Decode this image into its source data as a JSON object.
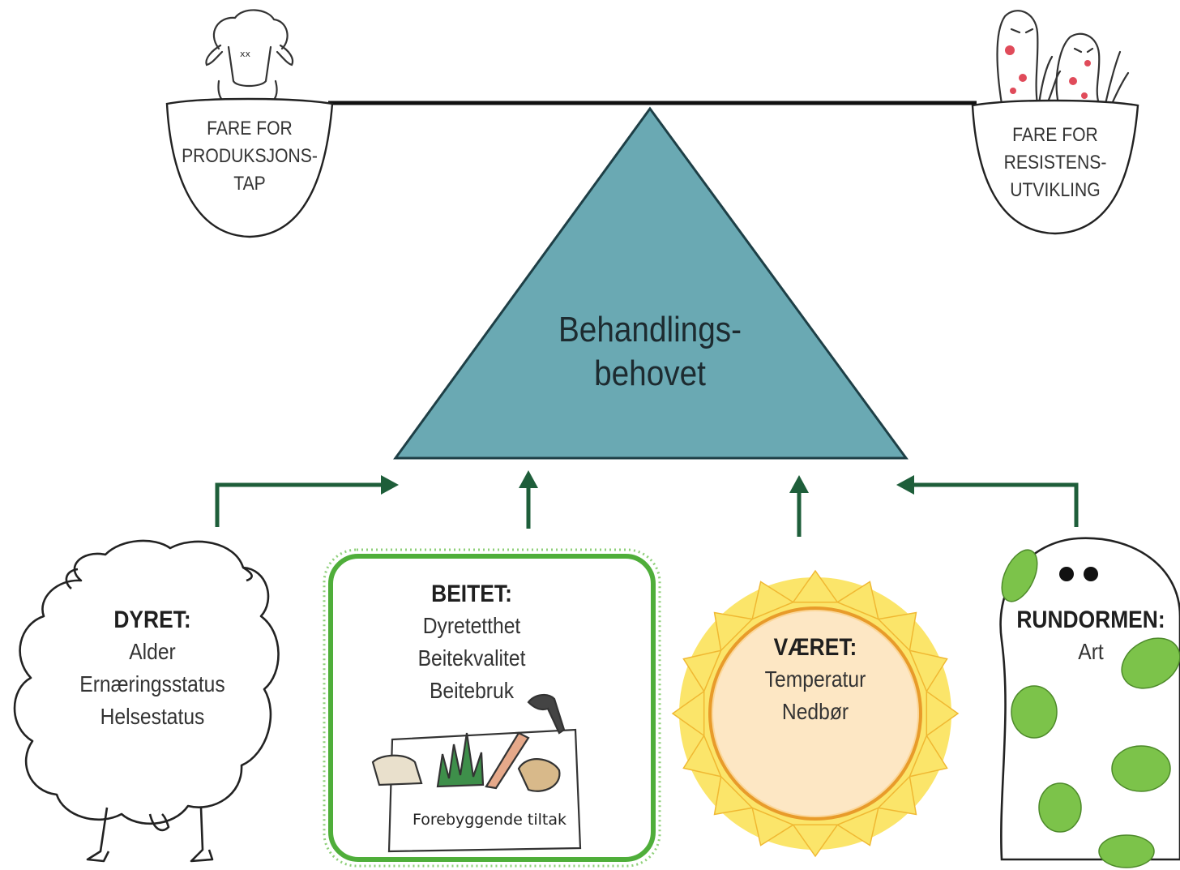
{
  "top": {
    "left_pan": [
      "FARE FOR",
      "PRODUKSJONS-",
      "TAP"
    ],
    "right_pan": [
      "FARE FOR",
      "RESISTENS-",
      "UTVIKLING"
    ]
  },
  "center": {
    "line1": "Behandlings-",
    "line2": "behovet",
    "fill_color": "#6aa9b3"
  },
  "factors": [
    {
      "title": "DYRET:",
      "lines": [
        "Alder",
        "Ernæringsstatus",
        "Helsestatus"
      ]
    },
    {
      "title": "BEITET:",
      "lines": [
        "Dyretetthet",
        "Beitekvalitet",
        "Beitebruk"
      ],
      "footer": "Forebyggende tiltak"
    },
    {
      "title": "VÆRET:",
      "lines": [
        "Temperatur",
        "Nedbør"
      ]
    },
    {
      "title": "RUNDORMEN:",
      "lines": [
        "Art"
      ]
    }
  ],
  "colors": {
    "arrow": "#1e5e3a",
    "beam": "#111111",
    "grass_border": "#4fae3a",
    "sun": "#f6d54a",
    "worm_spots": "#7cc34a"
  }
}
